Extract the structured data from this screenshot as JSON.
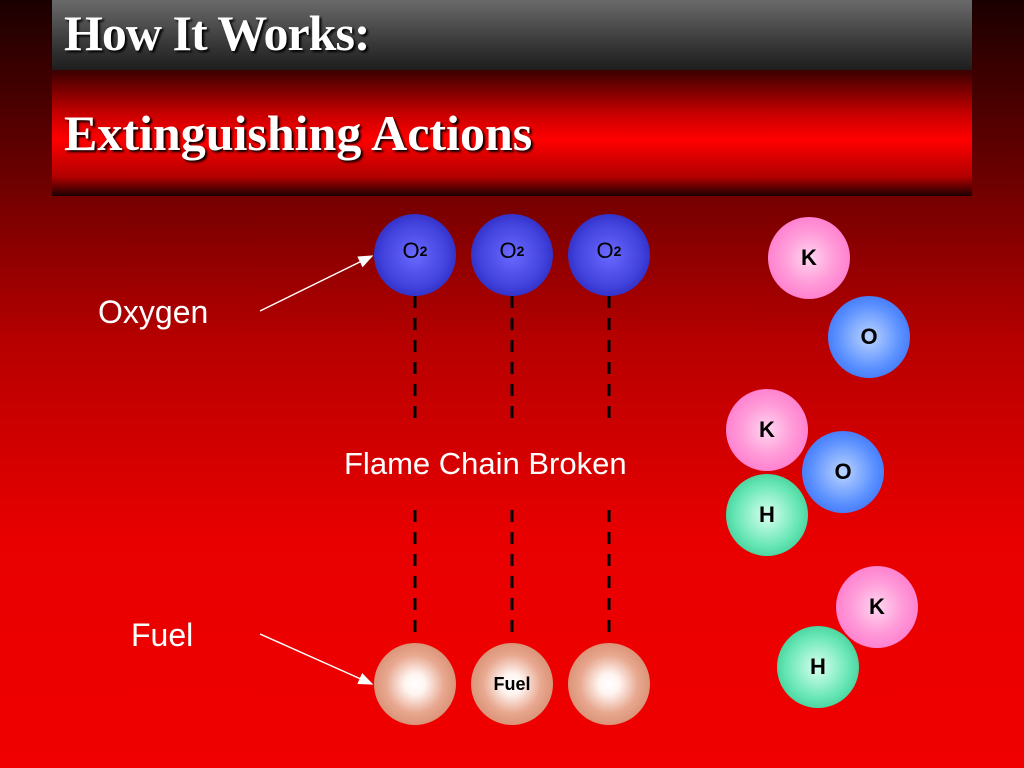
{
  "title": {
    "line1": "How It Works:",
    "line2": "Extinguishing Actions"
  },
  "labels": {
    "oxygen": "Oxygen",
    "fuel": "Fuel",
    "flame_chain": "Flame Chain Broken"
  },
  "oxygen_molecules": [
    {
      "symbol": "O",
      "subscript": "2"
    },
    {
      "symbol": "O",
      "subscript": "2"
    },
    {
      "symbol": "O",
      "subscript": "2"
    }
  ],
  "fuel_molecules": [
    {
      "label": ""
    },
    {
      "label": "Fuel"
    },
    {
      "label": ""
    }
  ],
  "atoms": [
    {
      "symbol": "K"
    },
    {
      "symbol": "O"
    },
    {
      "symbol": "K"
    },
    {
      "symbol": "O"
    },
    {
      "symbol": "H"
    },
    {
      "symbol": "K"
    },
    {
      "symbol": "H"
    }
  ],
  "colors": {
    "oxygen_molecule": "#4242dd",
    "fuel_molecule": "#c87858",
    "potassium": "#ff9ad8",
    "oxygen_atom": "#5a90ff",
    "hydrogen": "#66e6b4",
    "background": "#e80000",
    "text": "#ffffff"
  }
}
